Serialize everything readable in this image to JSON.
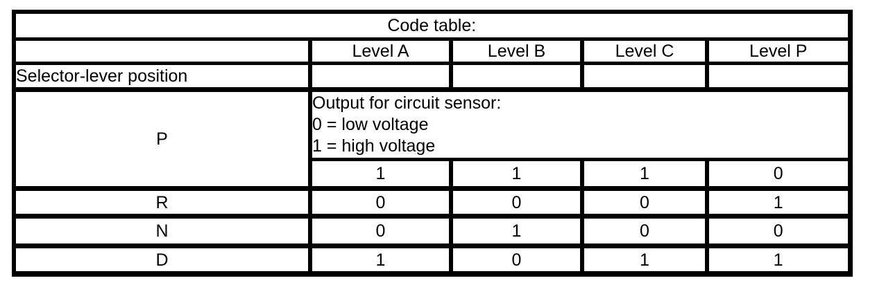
{
  "table": {
    "title": "Code table:",
    "column_headers": [
      "Level A",
      "Level B",
      "Level C",
      "Level P"
    ],
    "row_label_header": "Selector-lever position",
    "note_lines": [
      "Output for circuit sensor:",
      "0 = low voltage",
      "1 = high voltage"
    ],
    "rows": [
      {
        "position": "P",
        "values": [
          "1",
          "1",
          "1",
          "0"
        ]
      },
      {
        "position": "R",
        "values": [
          "0",
          "0",
          "0",
          "1"
        ]
      },
      {
        "position": "N",
        "values": [
          "0",
          "1",
          "0",
          "0"
        ]
      },
      {
        "position": "D",
        "values": [
          "1",
          "0",
          "1",
          "1"
        ]
      }
    ]
  },
  "chart_data": {
    "type": "table",
    "title": "Code table:",
    "columns": [
      "Selector-lever position",
      "Level A",
      "Level B",
      "Level C",
      "Level P"
    ],
    "note": "Output for circuit sensor: 0 = low voltage, 1 = high voltage",
    "rows": [
      [
        "P",
        1,
        1,
        1,
        0
      ],
      [
        "R",
        0,
        0,
        0,
        1
      ],
      [
        "N",
        0,
        1,
        0,
        0
      ],
      [
        "D",
        1,
        0,
        1,
        1
      ]
    ]
  },
  "colors": {
    "border": "#000000",
    "background": "#ffffff",
    "text": "#000000"
  }
}
